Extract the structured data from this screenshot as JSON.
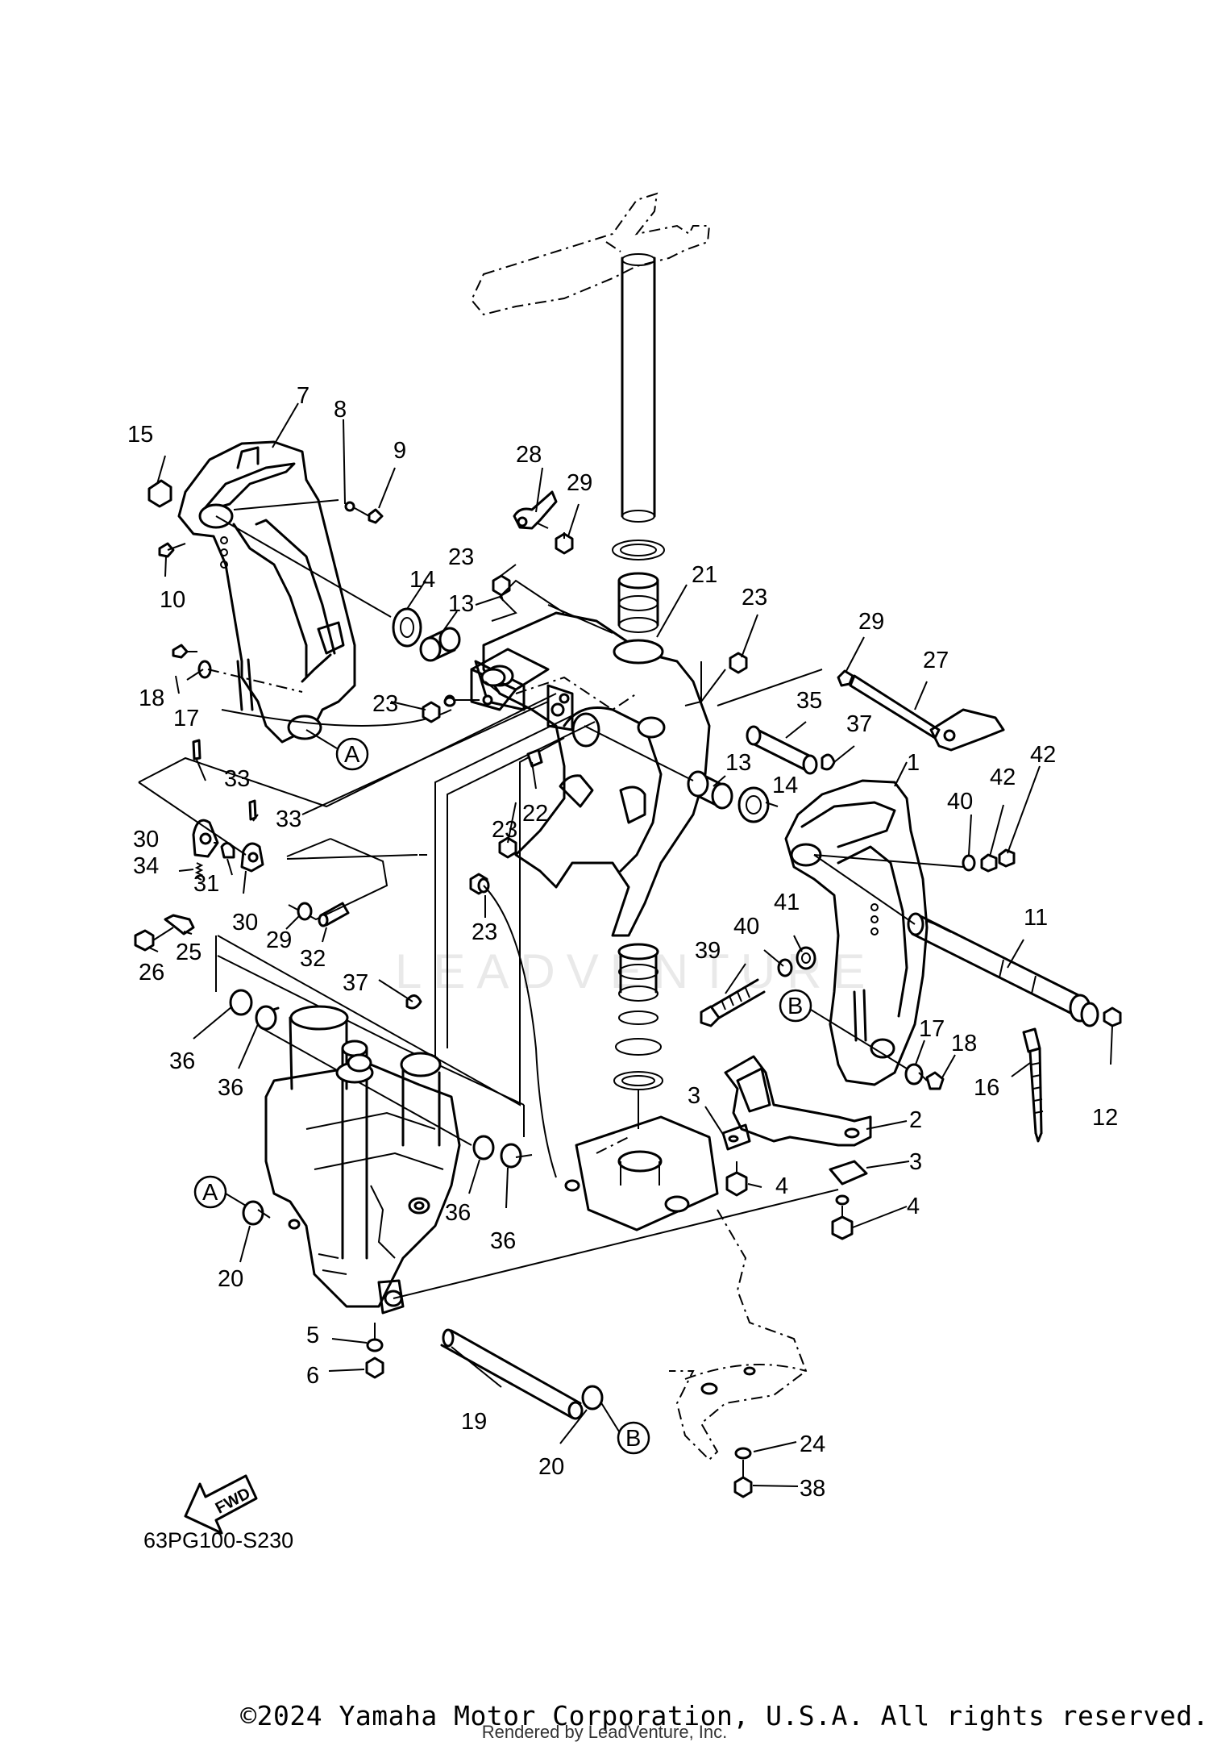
{
  "diagram": {
    "code": "63PG100-S230",
    "watermark": "LEADVENTURE",
    "fwd_label": "FWD",
    "ref_markers": [
      {
        "id": "A",
        "label": "A"
      },
      {
        "id": "A2",
        "label": "A"
      },
      {
        "id": "B",
        "label": "B"
      },
      {
        "id": "B2",
        "label": "B"
      }
    ],
    "callouts": [
      {
        "id": "c1",
        "label": "1"
      },
      {
        "id": "c2",
        "label": "2"
      },
      {
        "id": "c3a",
        "label": "3"
      },
      {
        "id": "c3b",
        "label": "3"
      },
      {
        "id": "c4a",
        "label": "4"
      },
      {
        "id": "c4b",
        "label": "4"
      },
      {
        "id": "c5",
        "label": "5"
      },
      {
        "id": "c6",
        "label": "6"
      },
      {
        "id": "c7",
        "label": "7"
      },
      {
        "id": "c8",
        "label": "8"
      },
      {
        "id": "c9",
        "label": "9"
      },
      {
        "id": "c10",
        "label": "10"
      },
      {
        "id": "c11",
        "label": "11"
      },
      {
        "id": "c12",
        "label": "12"
      },
      {
        "id": "c13a",
        "label": "13"
      },
      {
        "id": "c13b",
        "label": "13"
      },
      {
        "id": "c14a",
        "label": "14"
      },
      {
        "id": "c14b",
        "label": "14"
      },
      {
        "id": "c15",
        "label": "15"
      },
      {
        "id": "c16",
        "label": "16"
      },
      {
        "id": "c17a",
        "label": "17"
      },
      {
        "id": "c17b",
        "label": "17"
      },
      {
        "id": "c18a",
        "label": "18"
      },
      {
        "id": "c18b",
        "label": "18"
      },
      {
        "id": "c19",
        "label": "19"
      },
      {
        "id": "c20a",
        "label": "20"
      },
      {
        "id": "c20b",
        "label": "20"
      },
      {
        "id": "c21",
        "label": "21"
      },
      {
        "id": "c22",
        "label": "22"
      },
      {
        "id": "c23a",
        "label": "23"
      },
      {
        "id": "c23b",
        "label": "23"
      },
      {
        "id": "c23c",
        "label": "23"
      },
      {
        "id": "c23d",
        "label": "23"
      },
      {
        "id": "c23e",
        "label": "23"
      },
      {
        "id": "c24",
        "label": "24"
      },
      {
        "id": "c25",
        "label": "25"
      },
      {
        "id": "c26",
        "label": "26"
      },
      {
        "id": "c27",
        "label": "27"
      },
      {
        "id": "c28",
        "label": "28"
      },
      {
        "id": "c29a",
        "label": "29"
      },
      {
        "id": "c29b",
        "label": "29"
      },
      {
        "id": "c29c",
        "label": "29"
      },
      {
        "id": "c30a",
        "label": "30"
      },
      {
        "id": "c30b",
        "label": "30"
      },
      {
        "id": "c31",
        "label": "31"
      },
      {
        "id": "c32",
        "label": "32"
      },
      {
        "id": "c33a",
        "label": "33"
      },
      {
        "id": "c33b",
        "label": "33"
      },
      {
        "id": "c34",
        "label": "34"
      },
      {
        "id": "c35",
        "label": "35"
      },
      {
        "id": "c36a",
        "label": "36"
      },
      {
        "id": "c36b",
        "label": "36"
      },
      {
        "id": "c36c",
        "label": "36"
      },
      {
        "id": "c36d",
        "label": "36"
      },
      {
        "id": "c37a",
        "label": "37"
      },
      {
        "id": "c37b",
        "label": "37"
      },
      {
        "id": "c38",
        "label": "38"
      },
      {
        "id": "c39",
        "label": "39"
      },
      {
        "id": "c40a",
        "label": "40"
      },
      {
        "id": "c40b",
        "label": "40"
      },
      {
        "id": "c41",
        "label": "41"
      },
      {
        "id": "c42a",
        "label": "42"
      },
      {
        "id": "c42b",
        "label": "42"
      }
    ]
  },
  "footer": {
    "copyright": "©2024 Yamaha Motor Corporation, U.S.A. All rights reserved.",
    "rendered_by": "Rendered by LeadVenture, Inc."
  }
}
